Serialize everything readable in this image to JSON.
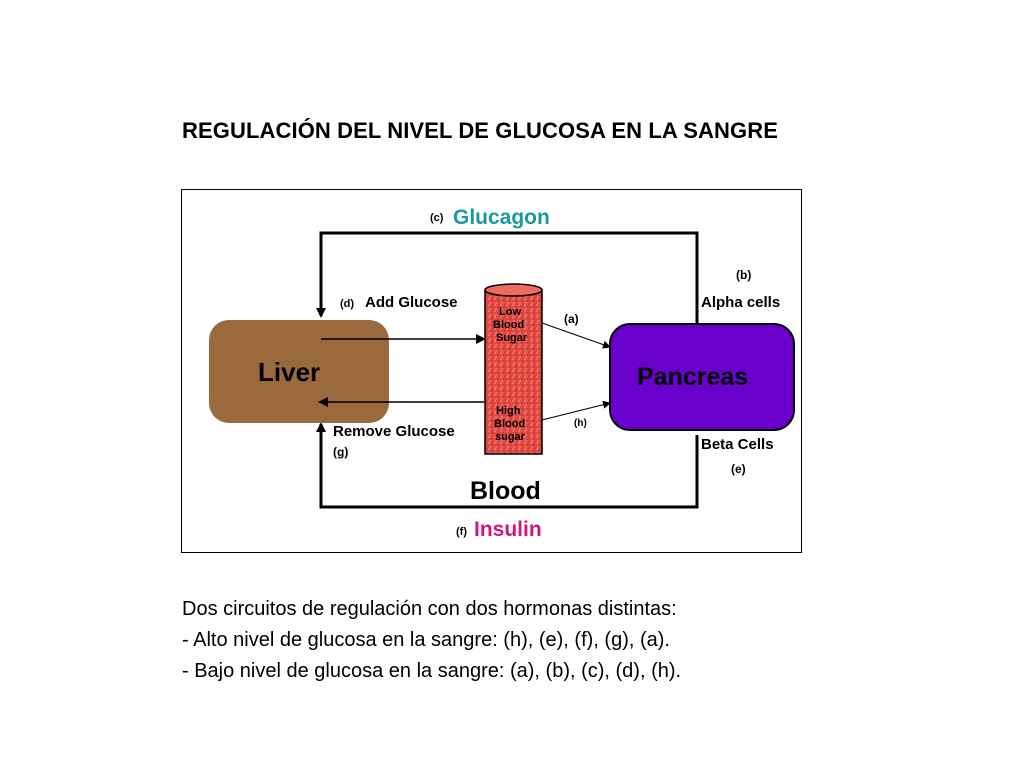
{
  "title": "REGULACIÓN DEL NIVEL DE GLUCOSA EN LA SANGRE",
  "diagram": {
    "hormone_top_tag": "(c)",
    "hormone_top": "Glucagon",
    "hormone_bottom_tag": "(f)",
    "hormone_bottom": "Insulin",
    "liver": "Liver",
    "pancreas": "Pancreas",
    "blood": "Blood",
    "add_glucose_tag": "(d)",
    "add_glucose": "Add Glucose",
    "remove_glucose": "Remove Glucose",
    "remove_glucose_tag": "(g)",
    "low_blood_sugar": [
      "Low",
      "Blood",
      "Sugar"
    ],
    "high_blood_sugar": [
      "High",
      "Blood",
      "sugar"
    ],
    "arrow_a_tag": "(a)",
    "arrow_h_tag": "(h)",
    "alpha_tag": "(b)",
    "alpha_cells": "Alpha cells",
    "beta_cells": "Beta Cells",
    "beta_tag": "(e)",
    "colors": {
      "glucagon": "#1a9aa0",
      "insulin": "#cc1a7a",
      "liver": "#9a6a3c",
      "pancreas": "#6a00cc",
      "tube": "#e8504a"
    }
  },
  "caption": {
    "line1": "Dos circuitos de regulación con dos hormonas distintas:",
    "line2": "- Alto nivel de glucosa en la sangre: (h), (e), (f), (g), (a).",
    "line3": "- Bajo nivel de glucosa en la sangre: (a), (b), (c), (d), (h)."
  }
}
